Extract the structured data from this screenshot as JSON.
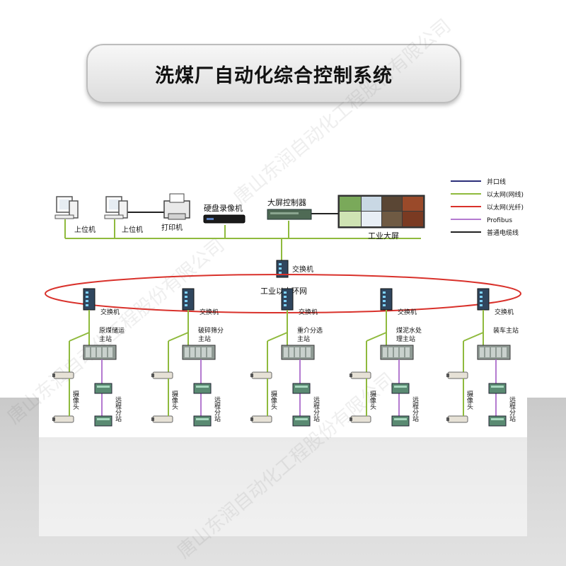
{
  "title": "洗煤厂自动化综合控制系统",
  "legend": [
    {
      "label": "并口线",
      "color": "#2b2f7a"
    },
    {
      "label": "以太网(网线)",
      "color": "#8fba3d"
    },
    {
      "label": "以太网(光纤)",
      "color": "#d9312b"
    },
    {
      "label": "Profibus",
      "color": "#b47ad0"
    },
    {
      "label": "普通电缆线",
      "color": "#222222"
    }
  ],
  "top": {
    "host1": "上位机",
    "host2": "上位机",
    "printer": "打印机",
    "dvr": "硬盘录像机",
    "screen_controller": "大屏控制器",
    "big_screen": "工业大屏",
    "main_switch": "交换机",
    "ring": "工业以太环网"
  },
  "stations": [
    {
      "switch": "交换机",
      "main": "原煤储运\n主站",
      "camera": "摄像头",
      "remote": "远程分站"
    },
    {
      "switch": "交换机",
      "main": "破碎筛分\n主站",
      "camera": "摄像头",
      "remote": "远程分站"
    },
    {
      "switch": "交换机",
      "main": "重介分选\n主站",
      "camera": "摄像头",
      "remote": "远程分站"
    },
    {
      "switch": "交换机",
      "main": "煤泥水处\n理主站",
      "camera": "摄像头",
      "remote": "远程分站"
    },
    {
      "switch": "交换机",
      "main": "装车主站",
      "camera": "摄像头",
      "remote": "远程分站"
    }
  ],
  "watermark": "唐山东润自动化工程股份有限公司"
}
